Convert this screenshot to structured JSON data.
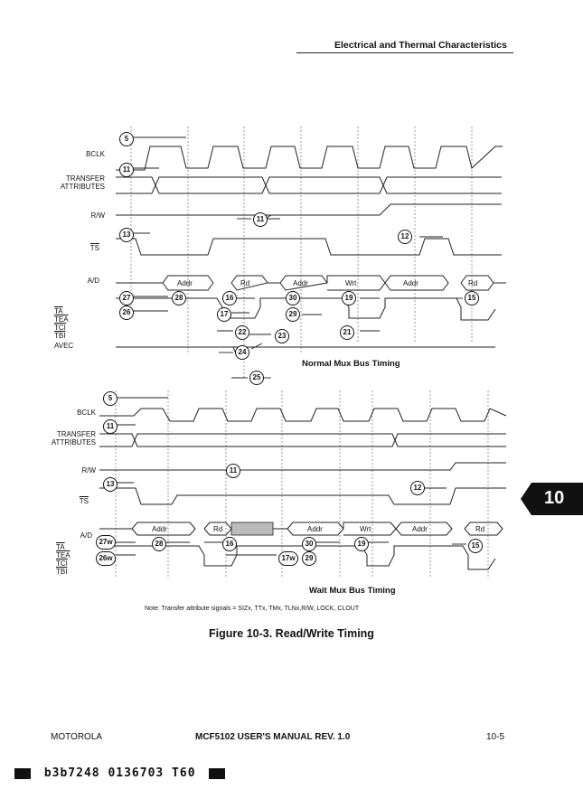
{
  "header": {
    "section_title": "Electrical and Thermal Characteristics"
  },
  "top_diagram": {
    "title": "Normal Mux Bus Timing",
    "signals": [
      "BCLK",
      "TRANSFER\nATTRIBUTES",
      "R/W",
      "TS",
      "A/D",
      "TA\nTEA\nTCI\nTBI",
      "AVEC"
    ],
    "bus_labels": [
      "Addr",
      "Rd",
      "Addr",
      "Wrt",
      "Addr",
      "Rd"
    ],
    "markers": [
      "5",
      "11",
      "11",
      "13",
      "12",
      "27",
      "28",
      "16",
      "30",
      "19",
      "15",
      "26",
      "17",
      "29",
      "22",
      "23",
      "21",
      "24",
      "25"
    ]
  },
  "bottom_diagram": {
    "title": "Wait Mux Bus Timing",
    "signals": [
      "BCLK",
      "TRANSFER\nATTRIBUTES",
      "R/W",
      "TS",
      "A/D",
      "TA\nTEA\nTCI\nTBI"
    ],
    "bus_labels": [
      "Addr",
      "Rd",
      "Addr",
      "Wrt",
      "Addr",
      "Rd"
    ],
    "markers": [
      "5",
      "11",
      "11",
      "13",
      "12",
      "27w",
      "28",
      "16",
      "30",
      "19",
      "15",
      "26w",
      "17w",
      "29"
    ]
  },
  "note": "Note: Transfer attribute signals = SIZx, TTx, TMx, TLNx,R/W, LOCK, CLOUT",
  "figure_title": "Figure 10-3. Read/Write Timing",
  "chapter_tab": "10",
  "footer": {
    "left": "MOTOROLA",
    "center": "MCF5102 USER'S MANUAL REV. 1.0",
    "right": "10-5"
  },
  "scan_code": "b3b7248 0136703 T60"
}
